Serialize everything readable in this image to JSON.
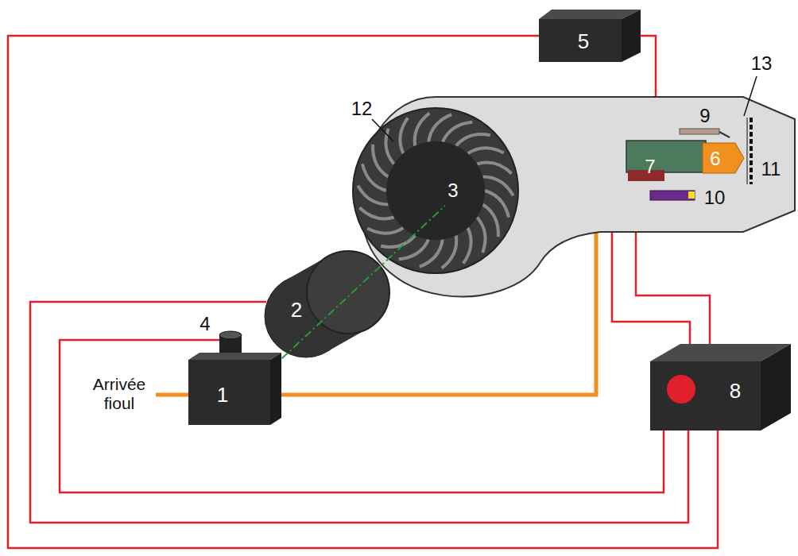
{
  "diagram": {
    "nodes": [
      {
        "text": [
          "1"
        ]
      },
      {
        "text": [
          "2"
        ]
      },
      {
        "text": [
          "5"
        ]
      },
      {
        "text": [
          "8"
        ]
      }
    ],
    "edges": [
      {
        "from": 2,
        "to": 3,
        "arrow": "none"
      },
      {
        "from": 3,
        "to": 1,
        "arrow": "none"
      }
    ],
    "labels": [
      "13",
      "12",
      "9",
      "6",
      "7",
      "11",
      "3",
      "10",
      "4",
      "Arrivée fioul"
    ]
  }
}
